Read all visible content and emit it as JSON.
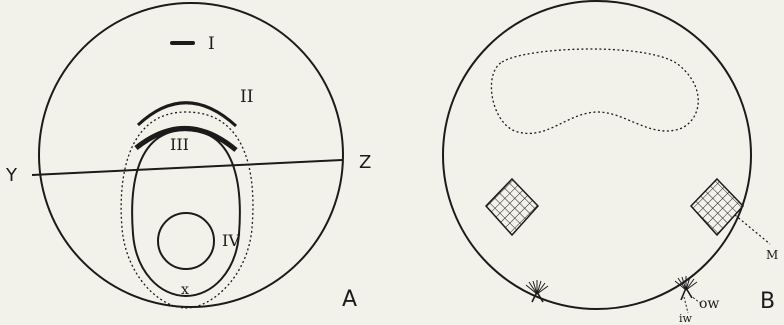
{
  "figure_a": {
    "panel_label": "A",
    "label_I": "I",
    "label_II": "II",
    "label_III": "III",
    "label_IV": "IV",
    "label_Y": "Y",
    "label_Z": "Z",
    "label_x": "x"
  },
  "figure_b": {
    "panel_label": "B",
    "label_M": "M",
    "label_ow": "ow",
    "label_iw": "iw"
  },
  "colors": {
    "ink": "#1b1b1b",
    "paper": "#f3f2ea"
  }
}
